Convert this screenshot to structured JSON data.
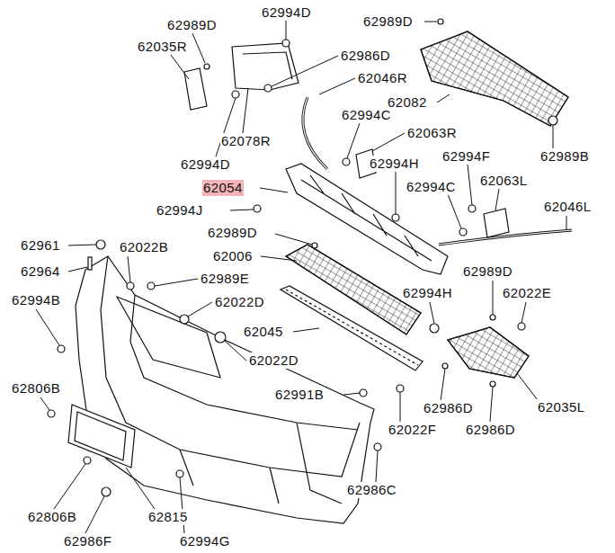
{
  "diagram": {
    "labels": [
      "62994D",
      "62989D",
      "62989D",
      "62035R",
      "62986D",
      "62046R",
      "62082",
      "62994C",
      "62063R",
      "62078R",
      "62994F",
      "62989B",
      "62994D",
      "62994H",
      "62054",
      "62994C",
      "62063L",
      "62994J",
      "62046L",
      "62989D",
      "62006",
      "62961",
      "62022B",
      "62964",
      "62989E",
      "62989D",
      "62994B",
      "62022D",
      "62994H",
      "62022E",
      "62045",
      "62022D",
      "62806B",
      "62991B",
      "62986D",
      "62035L",
      "62022F",
      "62986D",
      "62986C",
      "62806B",
      "62815",
      "62986F",
      "62994G"
    ]
  }
}
